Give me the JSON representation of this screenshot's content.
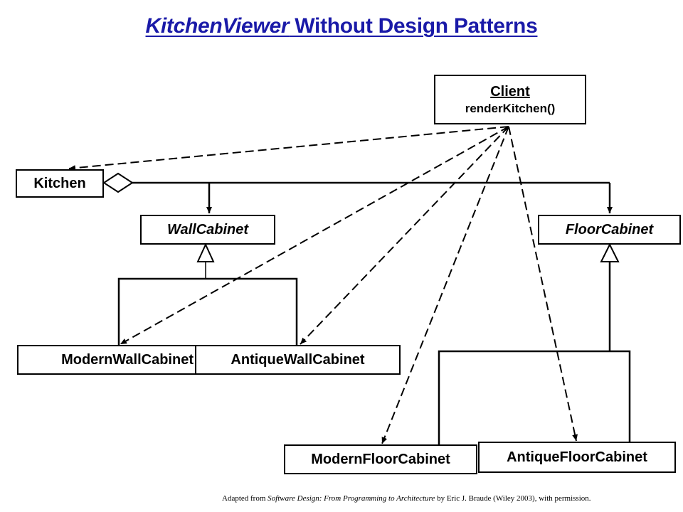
{
  "title": {
    "italic": "KitchenViewer",
    "rest": " Without Design Patterns"
  },
  "classes": {
    "client": {
      "name": "Client",
      "operation": "renderKitchen()"
    },
    "kitchen": "Kitchen",
    "wall_cabinet": "WallCabinet",
    "floor_cabinet": "FloorCabinet",
    "modern_wall_cabinet": "ModernWallCabinet",
    "antique_wall_cabinet": "AntiqueWallCabinet",
    "modern_floor_cabinet": "ModernFloorCabinet",
    "antique_floor_cabinet": "AntiqueFloorCabinet"
  },
  "credit": {
    "prefix": "Adapted from ",
    "book": "Software Design: From Programming to Architecture",
    "suffix": " by Eric  J. Braude (Wiley  2003), with permission."
  },
  "colors": {
    "title": "#1a1aa8",
    "lines": "#000000"
  }
}
